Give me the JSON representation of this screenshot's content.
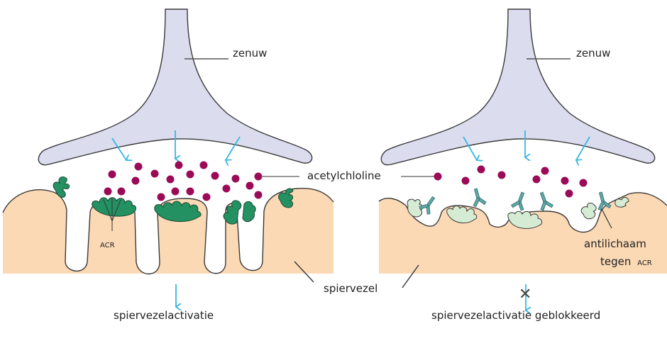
{
  "colors": {
    "nerve_fill": "#dcdcef",
    "outline": "#3a3a3a",
    "muscle_fill": "#fcd9b5",
    "receptor_green": "#239162",
    "receptor_blocked": "#d6ebd3",
    "antibody": "#5fa8a8",
    "acetylcholine": "#9b0a57",
    "arrow": "#38b7e0",
    "leader_line": "#555555"
  },
  "left_panel": {
    "nerve_label": "zenuw",
    "receptor_label": "ACR",
    "outcome_label": "spiervezelactivatie"
  },
  "right_panel": {
    "nerve_label": "zenuw",
    "antibody_label_line1": "antilichaam",
    "antibody_label_line2": "tegen",
    "antibody_label_acr": "ACR",
    "outcome_label": "spiervezelactivatie geblokkeerd",
    "blocked_symbol": "✕"
  },
  "shared": {
    "acetylcholine_label": "acetylchloline",
    "muscle_label": "spiervezel"
  }
}
